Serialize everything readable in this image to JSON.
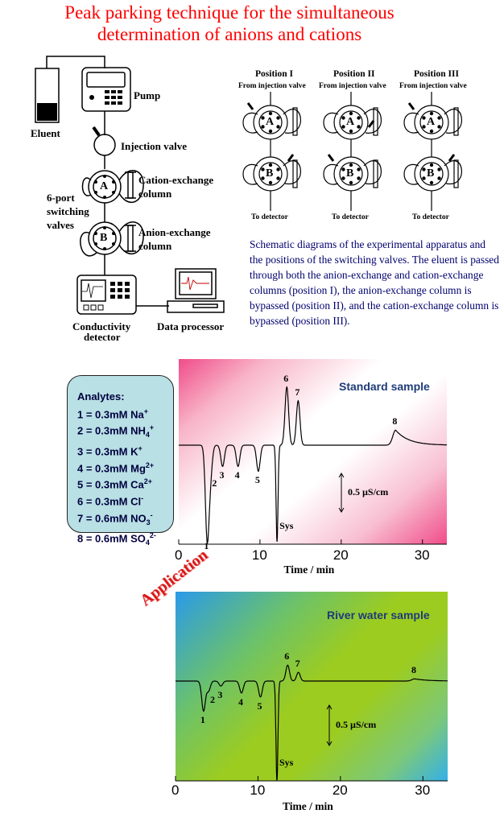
{
  "title": {
    "line1": "Peak parking technique for the simultaneous",
    "line2": "determination of anions and cations"
  },
  "apparatus": {
    "eluent": "Eluent",
    "pump": "Pump",
    "injection_valve": "Injection valve",
    "cation_column_1": "Cation-exchange",
    "cation_column_2": "column",
    "switching_1": "6-port",
    "switching_2": "switching",
    "switching_3": "valves",
    "anion_column_1": "Anion-exchange",
    "anion_column_2": "column",
    "valve_a": "A",
    "valve_b": "B",
    "detector_1": "Conductivity",
    "detector_2": "detector",
    "data_processor": "Data processor"
  },
  "positions": [
    {
      "name": "Position I",
      "from": "From injection valve",
      "to": "To detector",
      "a": "A",
      "b": "B"
    },
    {
      "name": "Position II",
      "from": "From injection valve",
      "to": "To detector",
      "a": "A",
      "b": "B"
    },
    {
      "name": "Position III",
      "from": "From injection valve",
      "to": "To detector",
      "a": "A",
      "b": "B"
    }
  ],
  "caption": "Schematic diagrams of the experimental apparatus and the positions of the switching valves. The eluent is passed through both the anion-exchange and cation-exchange columns (position I), the anion-exchange column is bypassed (position II), and the cation-exchange column is bypassed (position III).",
  "analytes": {
    "heading": "Analytes:",
    "items": [
      {
        "n": "1 = 0.3mM Na",
        "sup": "+",
        "sub": ""
      },
      {
        "n": "2 = 0.3mM NH",
        "sub": "4",
        "sup": "+"
      },
      {
        "n": "3 = 0.3mM K",
        "sup": "+",
        "sub": ""
      },
      {
        "n": "4 = 0.3mM Mg",
        "sup": "2+",
        "sub": ""
      },
      {
        "n": "5 = 0.3mM Ca",
        "sup": "2+",
        "sub": ""
      },
      {
        "n": "6 = 0.3mM Cl",
        "sup": "-",
        "sub": ""
      },
      {
        "n": "7 = 0.6mM NO",
        "sub": "3",
        "sup": "-"
      },
      {
        "n": "8 = 0.6mM SO",
        "sub": "4",
        "sup": "2-"
      }
    ]
  },
  "application_label": "Application",
  "chart_data": [
    {
      "type": "line",
      "title": "Standard sample",
      "xlabel": "Time / min",
      "xlim": [
        0,
        33
      ],
      "xticks": [
        0,
        10,
        20,
        30
      ],
      "scale_bar": "0.5 µS/cm",
      "background": [
        "#f04c88",
        "#ffffff"
      ],
      "peaks": [
        {
          "label": "1",
          "time": 3.5,
          "height": -0.95
        },
        {
          "label": "2",
          "time": 3.9,
          "height": -0.3
        },
        {
          "label": "3",
          "time": 5.4,
          "height": -0.22
        },
        {
          "label": "4",
          "time": 7.3,
          "height": -0.22
        },
        {
          "label": "5",
          "time": 9.8,
          "height": -0.27
        },
        {
          "label": "Sys",
          "time": 12.1,
          "height": -1.0
        },
        {
          "label": "6",
          "time": 13.3,
          "height": 0.85
        },
        {
          "label": "7",
          "time": 14.7,
          "height": 0.65
        },
        {
          "label": "8",
          "time": 26.7,
          "height": 0.22
        }
      ]
    },
    {
      "type": "line",
      "title": "River water sample",
      "xlabel": "Time / min",
      "xlim": [
        0,
        33
      ],
      "xticks": [
        0,
        10,
        20,
        30
      ],
      "scale_bar": "0.5 µS/cm",
      "background": [
        "#2a9ae8",
        "#9ccc20"
      ],
      "peaks": [
        {
          "label": "1",
          "time": 3.4,
          "height": -0.3
        },
        {
          "label": "2",
          "time": 4.0,
          "height": -0.1
        },
        {
          "label": "3",
          "time": 5.5,
          "height": -0.05
        },
        {
          "label": "4",
          "time": 8.0,
          "height": -0.12
        },
        {
          "label": "5",
          "time": 10.3,
          "height": -0.16
        },
        {
          "label": "Sys",
          "time": 12.3,
          "height": -1.0
        },
        {
          "label": "6",
          "time": 13.6,
          "height": 0.22
        },
        {
          "label": "7",
          "time": 14.9,
          "height": 0.12
        },
        {
          "label": "8",
          "time": 29.0,
          "height": 0.03
        }
      ]
    }
  ]
}
